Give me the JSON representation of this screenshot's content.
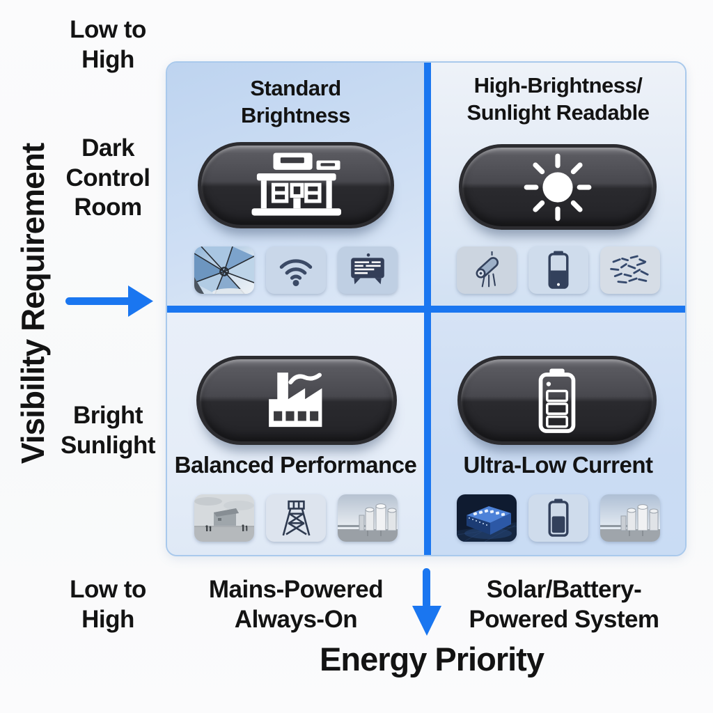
{
  "colors": {
    "accent": "#1a76f0",
    "panel_border": "#a9c9ec",
    "quadrant_blue": "#c9dcf4",
    "pill_dark": "#2e2e33",
    "text": "#131313"
  },
  "y_axis": {
    "title": "Visibility Requirement",
    "scale": "Low to\nHigh",
    "top_label": "Dark\nControl\nRoom",
    "bottom_label": "Bright\nSunlight"
  },
  "x_axis": {
    "title": "Energy Priority",
    "scale": "Low to\nHigh",
    "left_label": "Mains-Powered\nAlways-On",
    "right_label": "Solar/Battery-\nPowered System"
  },
  "quadrants": {
    "top_left": {
      "title": "Standard\nBrightness",
      "pill_icon": "control-building-icon",
      "thumbnails": [
        "glass-atrium-photo",
        "wifi-icon",
        "display-terminal-icon"
      ]
    },
    "top_right": {
      "title": "High-Brightness/\nSunlight Readable",
      "pill_icon": "sun-icon",
      "thumbnails": [
        "telescope-icon",
        "device-battery-icon",
        "solar-array-sketch-icon"
      ]
    },
    "bottom_left": {
      "title": "Balanced Performance",
      "pill_icon": "factory-icon",
      "thumbnails": [
        "coastal-building-photo",
        "watchtower-icon",
        "storage-tanks-photo"
      ]
    },
    "bottom_right": {
      "title": "Ultra-Low Current",
      "pill_icon": "battery-icon",
      "thumbnails": [
        "battery-pack-photo",
        "battery-level-icon",
        "storage-tanks-photo"
      ]
    }
  }
}
